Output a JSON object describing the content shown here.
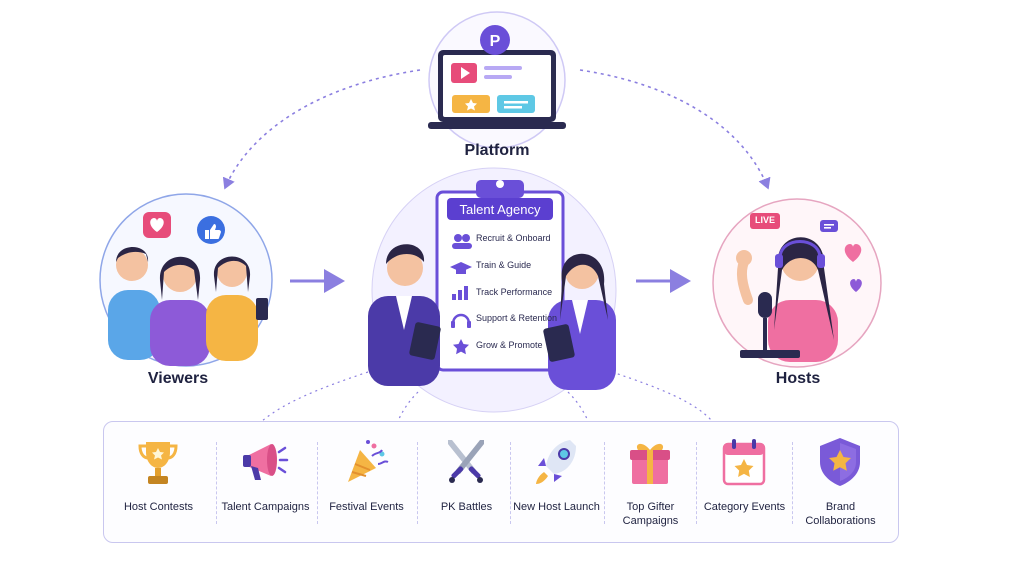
{
  "nodes": {
    "platform": {
      "label": "Platform"
    },
    "viewers": {
      "label": "Viewers"
    },
    "hosts": {
      "label": "Hosts",
      "live_badge": "LIVE"
    },
    "agency": {
      "board_title": "Talent Agency",
      "items": [
        "Recruit & Onboard",
        "Train & Guide",
        "Track Performance",
        "Support & Retention",
        "Grow & Promote"
      ]
    }
  },
  "campaigns": [
    {
      "label": "Host Contests",
      "icon": "trophy-icon"
    },
    {
      "label": "Talent Campaigns",
      "icon": "megaphone-icon"
    },
    {
      "label": "Festival Events",
      "icon": "party-popper-icon"
    },
    {
      "label": "PK Battles",
      "icon": "crossed-swords-icon"
    },
    {
      "label": "New Host Launch",
      "icon": "rocket-icon"
    },
    {
      "label": "Top Gifter Campaigns",
      "icon": "gift-icon"
    },
    {
      "label": "Category Events",
      "icon": "calendar-star-icon"
    },
    {
      "label": "Brand Collaborations",
      "icon": "shield-star-icon"
    }
  ],
  "colors": {
    "accent": "#6a4fd8",
    "arrow": "#8b7fe0",
    "text": "#1f2240",
    "panel_border": "#c9c7ef"
  }
}
